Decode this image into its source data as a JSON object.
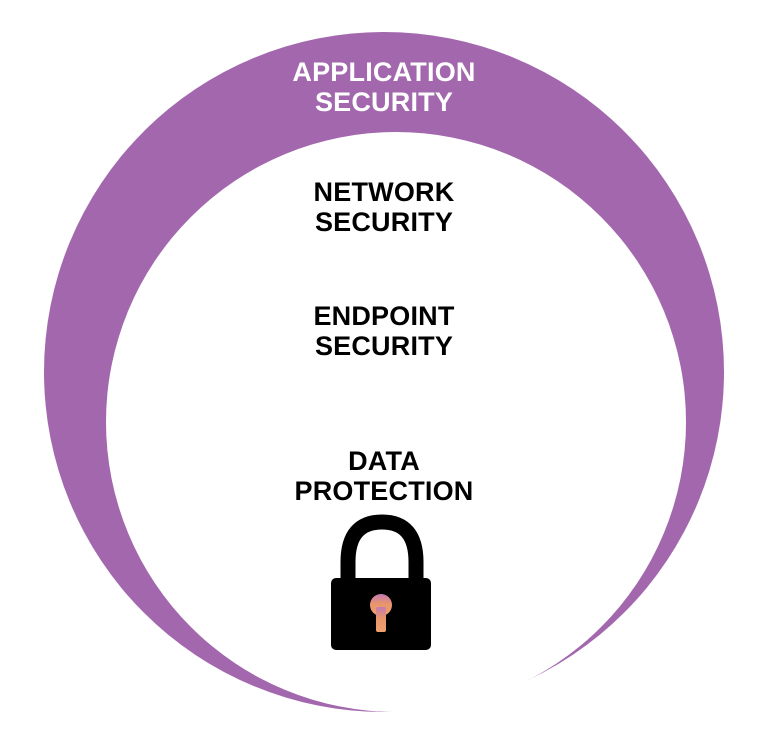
{
  "layers": {
    "application": {
      "line1": "APPLICATION",
      "line2": "SECURITY"
    },
    "network": {
      "line1": "NETWORK",
      "line2": "SECURITY"
    },
    "endpoint": {
      "line1": "ENDPOINT",
      "line2": "SECURITY"
    },
    "data": {
      "line1": "DATA",
      "line2": "PROTECTION"
    }
  },
  "icon": "padlock-icon",
  "colors": {
    "outer_ring": "#a367ae",
    "inner_circle": "#ffffff",
    "application_text": "#ffffff",
    "inner_text": "#000000",
    "lock_body": "#000000",
    "keyhole": "#e8956a"
  }
}
